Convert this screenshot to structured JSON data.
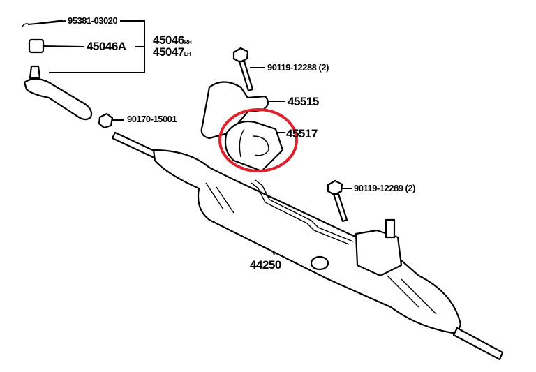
{
  "parts": [
    {
      "number": "95381-03020",
      "name": "cotter-pin"
    },
    {
      "number": "45046A",
      "name": "nut"
    },
    {
      "number": "45046",
      "side": "RH"
    },
    {
      "number": "45047",
      "side": "LH"
    },
    {
      "number": "90119-12288",
      "qty": "(2)"
    },
    {
      "number": "45515",
      "name": "bracket"
    },
    {
      "number": "45517",
      "name": "bushing"
    },
    {
      "number": "90170-15001",
      "name": "lock-nut"
    },
    {
      "number": "90119-12289",
      "qty": "(2)"
    },
    {
      "number": "44250",
      "name": "steering-rack"
    }
  ],
  "highlight_color": "#e0202a"
}
